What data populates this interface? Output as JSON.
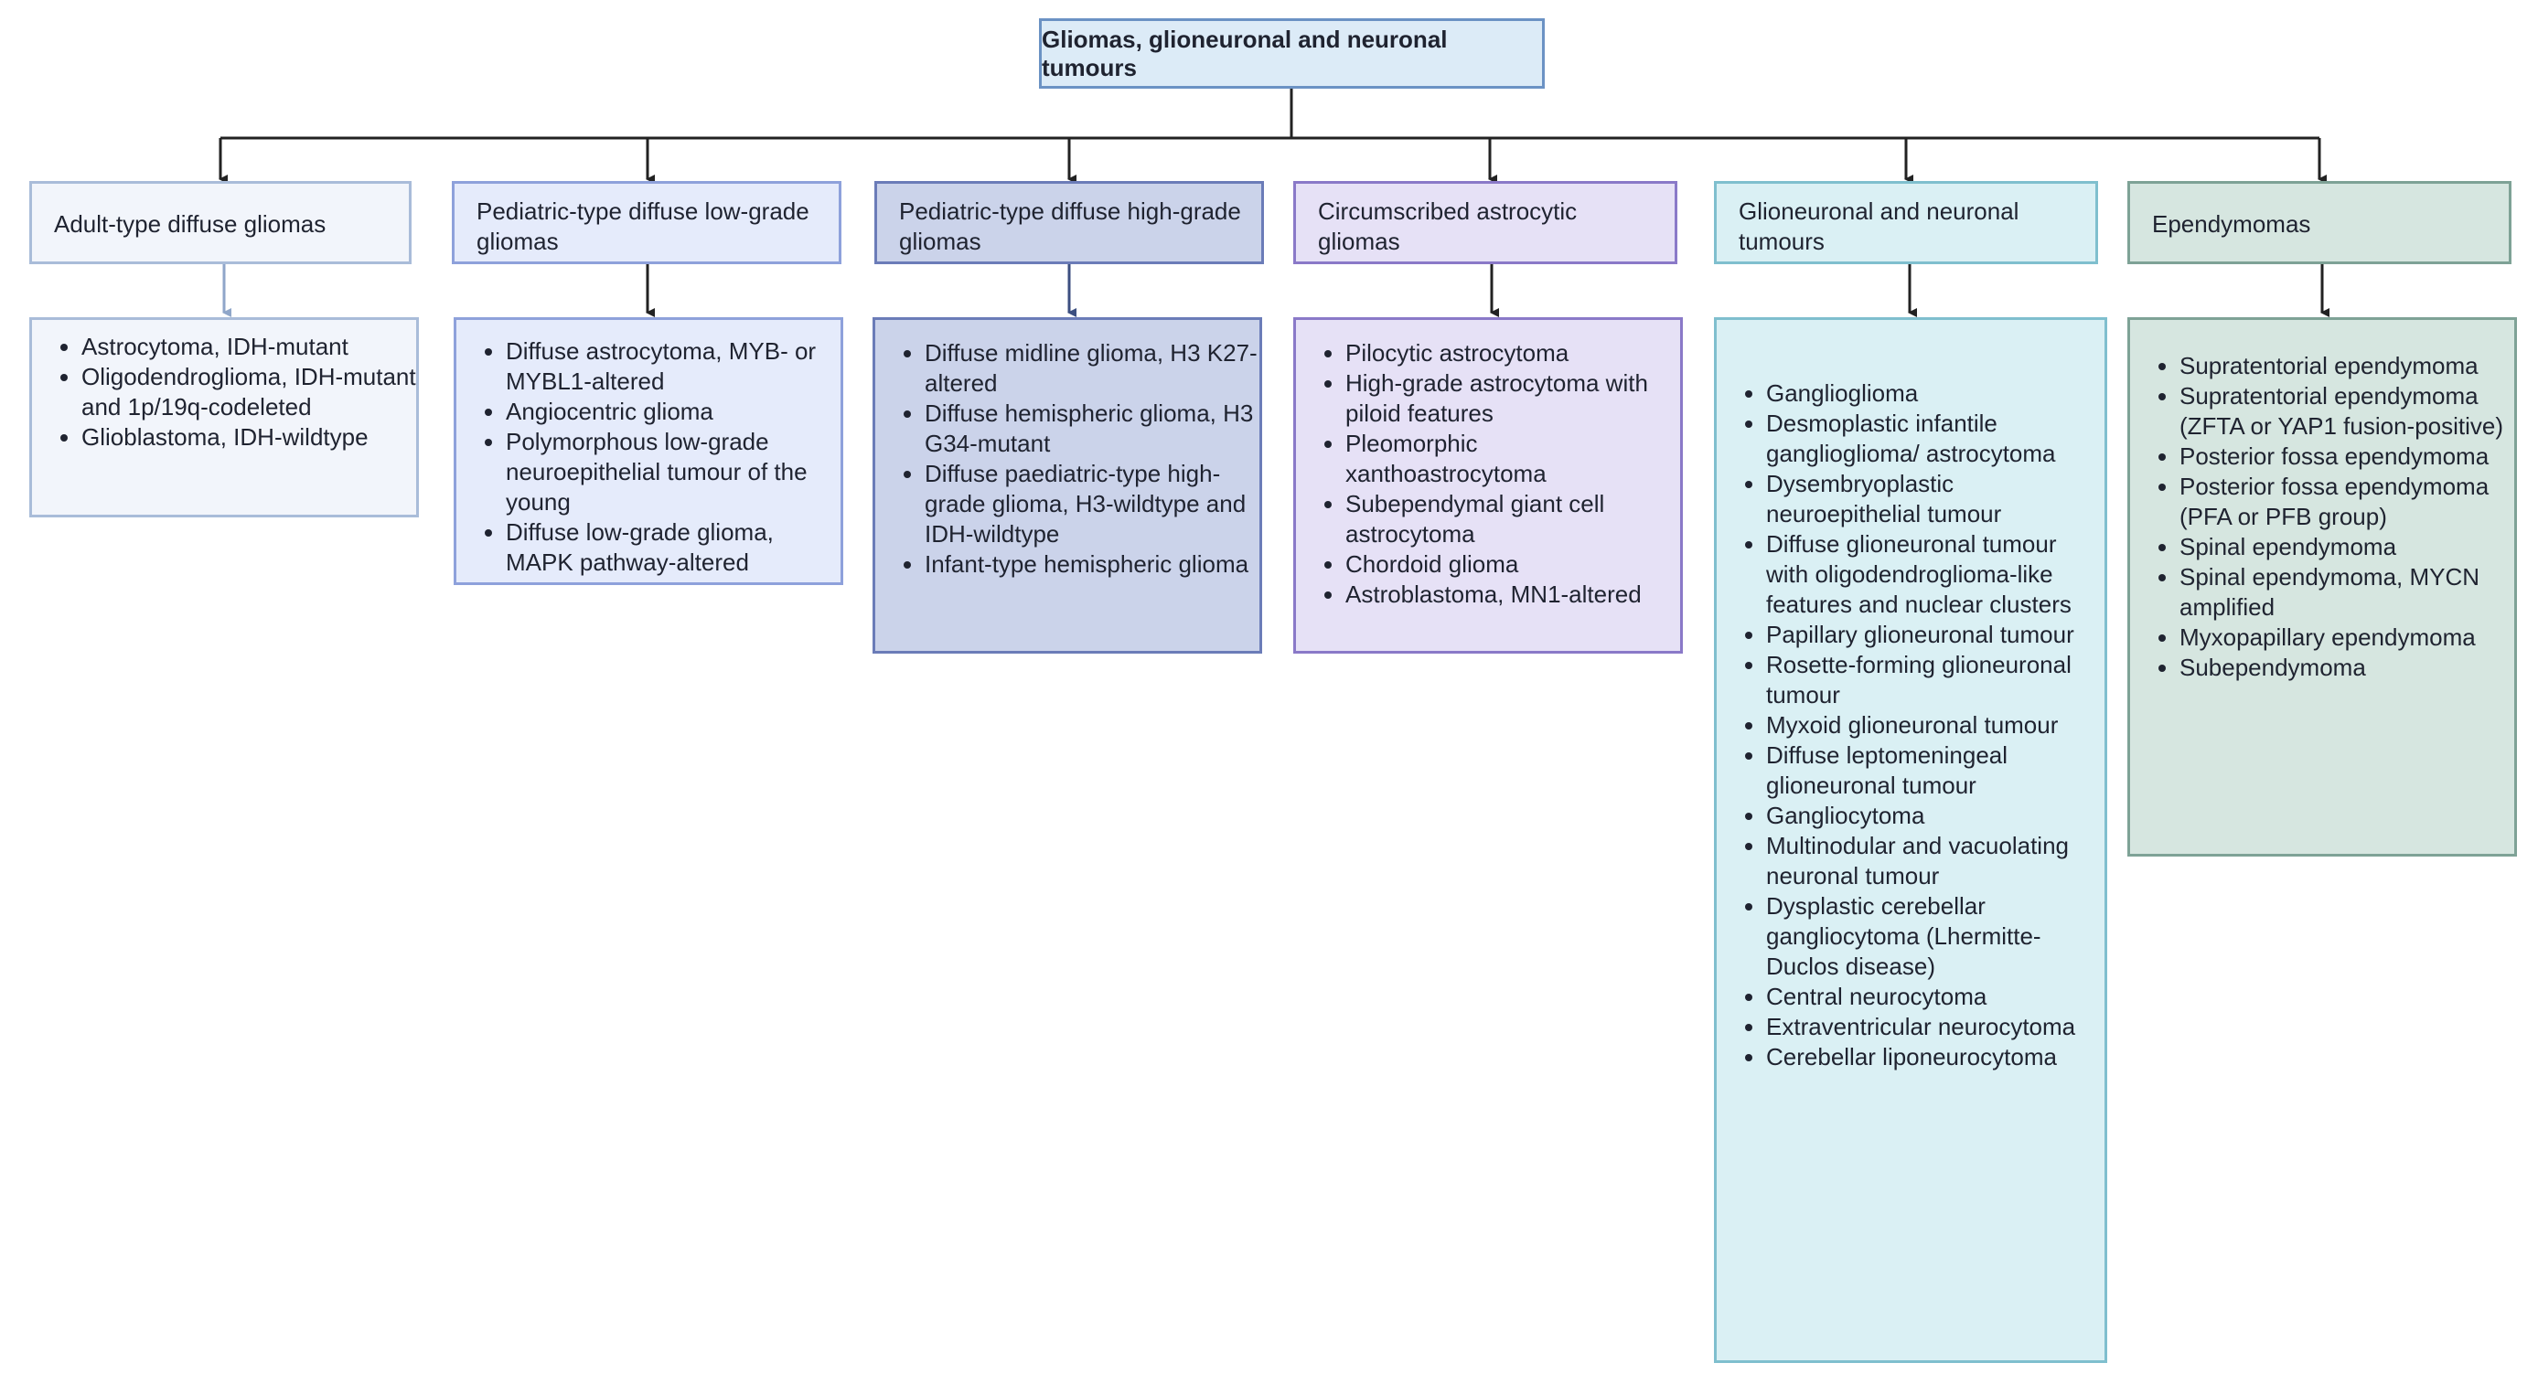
{
  "title": "Gliomas, glioneuronal and neuronal tumours",
  "categories": [
    {
      "heading": "Adult-type diffuse gliomas",
      "items": [
        "Astrocytoma, IDH-mutant",
        "Oligodendroglioma, IDH-mutant and 1p/19q-codeleted",
        "Glioblastoma, IDH-wildtype"
      ]
    },
    {
      "heading": "Pediatric-type diffuse low-grade gliomas",
      "items": [
        "Diffuse astrocytoma, MYB- or MYBL1-altered",
        "Angiocentric glioma",
        "Polymorphous low-grade neuroepithelial tumour of the young",
        "Diffuse low-grade glioma, MAPK pathway-altered"
      ]
    },
    {
      "heading": "Pediatric-type diffuse high-grade gliomas",
      "items": [
        "Diffuse midline glioma, H3 K27-altered",
        "Diffuse hemispheric glioma, H3 G34-mutant",
        "Diffuse paediatric-type high-grade glioma, H3-wildtype and IDH-wildtype",
        "Infant-type hemispheric glioma"
      ]
    },
    {
      "heading": "Circumscribed astrocytic gliomas",
      "items": [
        "Pilocytic astrocytoma",
        "High-grade astrocytoma with piloid features",
        "Pleomorphic xanthoastrocytoma",
        "Subependymal giant cell astrocytoma",
        "Chordoid glioma",
        "Astroblastoma, MN1-altered"
      ]
    },
    {
      "heading": "Glioneuronal and neuronal tumours",
      "items": [
        "Ganglioglioma",
        "Desmoplastic infantile ganglioglioma/ astrocytoma",
        "Dysembryoplastic neuroepithelial tumour",
        "Diffuse glioneuronal tumour with oligodendroglioma-like features and nuclear clusters",
        "Papillary glioneuronal tumour",
        "Rosette-forming glioneuronal tumour",
        "Myxoid glioneuronal tumour",
        "Diffuse leptomeningeal glioneuronal tumour",
        "Gangliocytoma",
        "Multinodular and vacuolating neuronal tumour",
        "Dysplastic cerebellar gangliocytoma (Lhermitte-Duclos disease)",
        "Central neurocytoma",
        "Extraventricular neurocytoma",
        "Cerebellar liponeurocytoma"
      ]
    },
    {
      "heading": "Ependymomas",
      "items": [
        "Supratentorial ependymoma",
        "Supratentorial ependymoma (ZFTA or YAP1 fusion-positive)",
        "Posterior fossa ependymoma",
        "Posterior fossa ependymoma (PFA or PFB group)",
        "Spinal ependymoma",
        "Spinal ependymoma, MYCN amplified",
        "Myxopapillary ependymoma",
        "Subependymoma"
      ]
    }
  ]
}
